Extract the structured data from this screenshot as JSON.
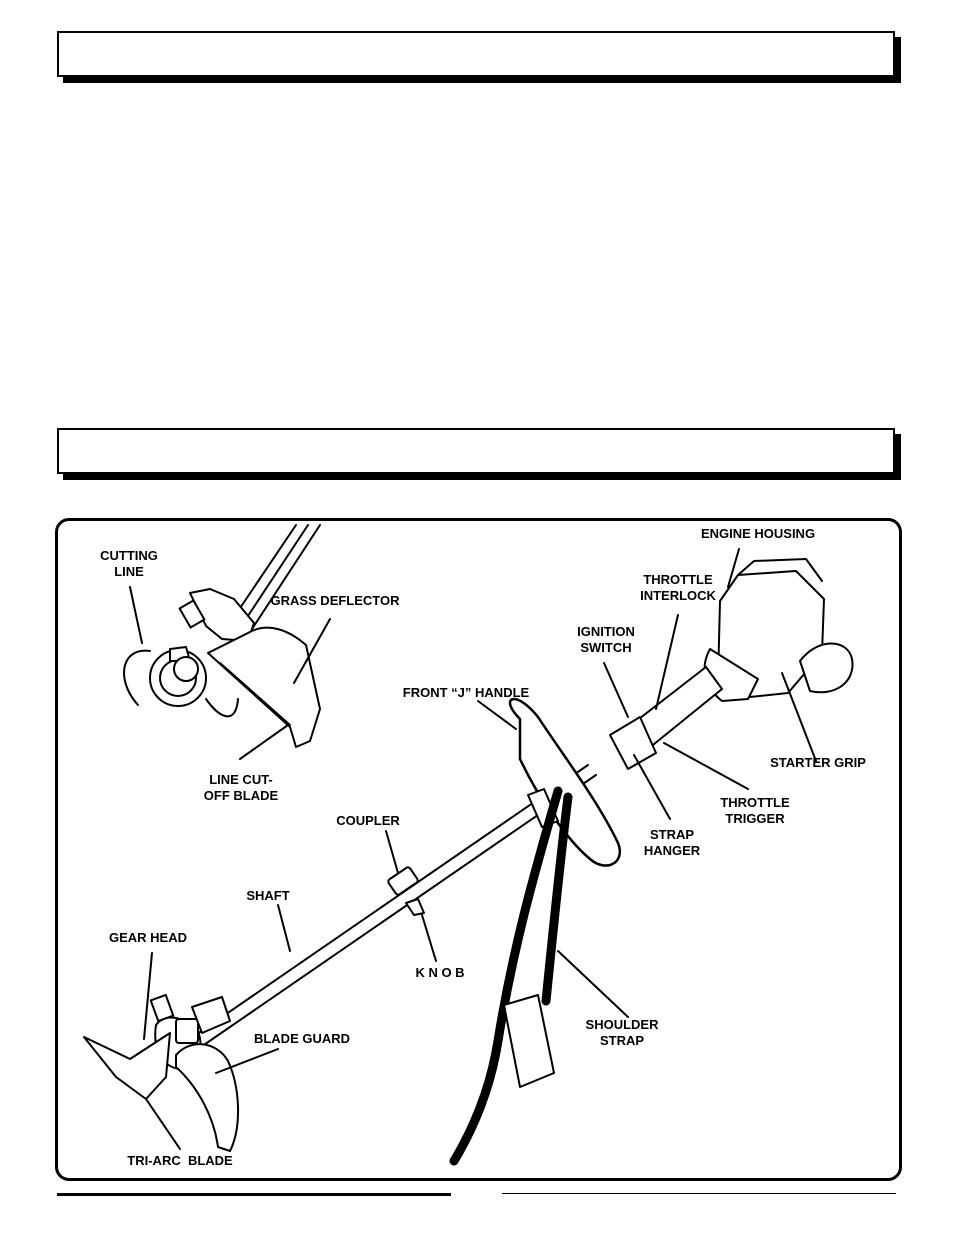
{
  "header_boxes": [
    {
      "title": ""
    },
    {
      "title": ""
    }
  ],
  "diagram": {
    "labels": {
      "cutting_line": "CUTTING\nLINE",
      "grass_deflector": "GRASS DEFLECTOR",
      "line_cutoff_blade": "LINE CUT-\nOFF BLADE",
      "engine_housing": "ENGINE HOUSING",
      "throttle_interlock": "THROTTLE\nINTERLOCK",
      "ignition_switch": "IGNITION\nSWITCH",
      "front_j_handle": "FRONT “J” HANDLE",
      "starter_grip": "STARTER GRIP",
      "throttle_trigger": "THROTTLE\nTRIGGER",
      "strap_hanger": "STRAP\nHANGER",
      "coupler": "COUPLER",
      "shaft": "SHAFT",
      "gear_head": "GEAR HEAD",
      "knob": "K N O B",
      "blade_guard": "BLADE GUARD",
      "shoulder_strap": "SHOULDER\nSTRAP",
      "tri_arc_blade": "TRI-ARC  BLADE"
    }
  }
}
